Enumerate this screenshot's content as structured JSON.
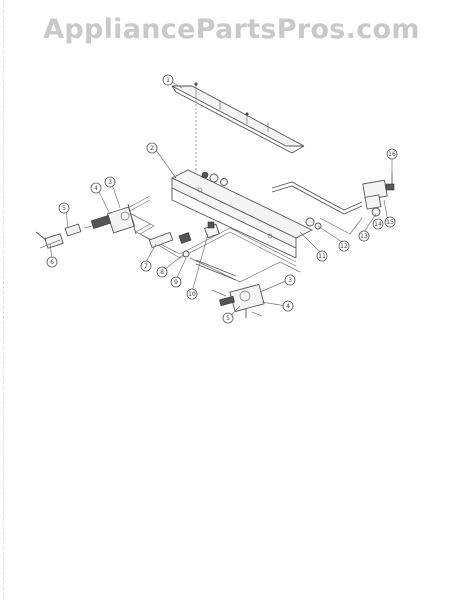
{
  "watermark": "AppliancePartsPros.com",
  "callouts": [
    "1",
    "2",
    "3",
    "4",
    "5",
    "6",
    "7",
    "8",
    "9",
    "10",
    "11",
    "12",
    "13",
    "14",
    "15",
    "16",
    "3",
    "4",
    "5"
  ]
}
